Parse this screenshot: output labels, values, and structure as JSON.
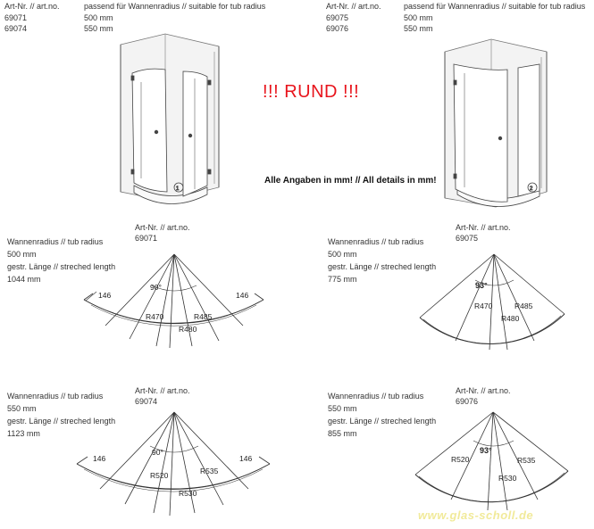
{
  "header": {
    "left": {
      "artnr_label": "Art-Nr. // art.no.",
      "codes": [
        "69071",
        "69074"
      ],
      "radius_label": "passend für Wannenradius // suitable for tub radius",
      "radii": [
        "500 mm",
        "550 mm"
      ]
    },
    "right": {
      "artnr_label": "Art-Nr. // art.no.",
      "codes": [
        "69075",
        "69076"
      ],
      "radius_label": "passend für Wannenradius // suitable for tub radius",
      "radii": [
        "500 mm",
        "550 mm"
      ]
    }
  },
  "center": {
    "rund": "!!! RUND !!!",
    "details": "Alle Angaben in mm! // All details in mm!"
  },
  "diagrams": [
    {
      "id": "d1",
      "tub_label": "Wannenradius // tub radius",
      "tub_value": "500 mm",
      "length_label": "gestr. Länge // streched length",
      "length_value": "1044 mm",
      "artnr_label": "Art-Nr. // art.no.",
      "artnr": "69071",
      "angle": "90°",
      "r1": "R470",
      "r2": "R480",
      "r3": "R485",
      "side_left": "146",
      "side_right": "146"
    },
    {
      "id": "d2",
      "tub_label": "Wannenradius // tub radius",
      "tub_value": "500 mm",
      "length_label": "gestr. Länge // streched length",
      "length_value": "775 mm",
      "artnr_label": "Art-Nr. // art.no.",
      "artnr": "69075",
      "angle": "93°",
      "r1": "R470",
      "r2": "R480",
      "r3": "R485"
    },
    {
      "id": "d3",
      "tub_label": "Wannenradius // tub radius",
      "tub_value": "550 mm",
      "length_label": "gestr. Länge // streched length",
      "length_value": "1123 mm",
      "artnr_label": "Art-Nr. // art.no.",
      "artnr": "69074",
      "angle": "90°",
      "r1": "R520",
      "r2": "R530",
      "r3": "R535",
      "side_left": "146",
      "side_right": "146"
    },
    {
      "id": "d4",
      "tub_label": "Wannenradius // tub radius",
      "tub_value": "550 mm",
      "length_label": "gestr. Länge // streched length",
      "length_value": "855 mm",
      "artnr_label": "Art-Nr. // art.no.",
      "artnr": "69076",
      "angle": "93°",
      "r1": "R520",
      "r2": "R530",
      "r3": "R535"
    }
  ],
  "watermark": "www.glas-scholl.de",
  "colors": {
    "accent_red": "#e8141c",
    "watermark": "#f1ea9a",
    "line": "#333333"
  }
}
